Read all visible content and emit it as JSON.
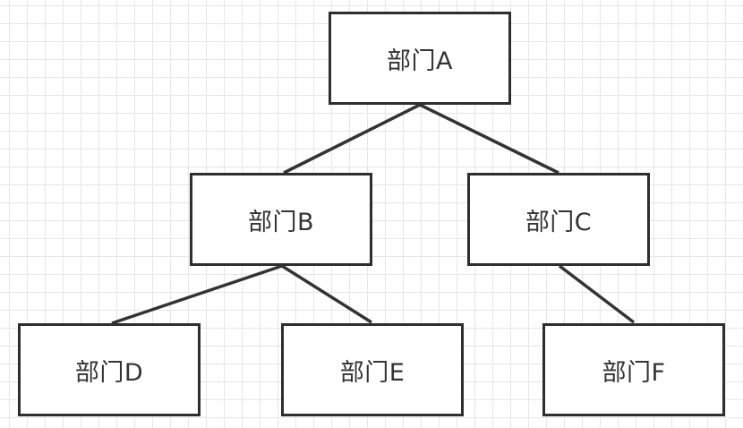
{
  "diagram": {
    "nodes": {
      "a": {
        "label": "部门A"
      },
      "b": {
        "label": "部门B"
      },
      "c": {
        "label": "部门C"
      },
      "d": {
        "label": "部门D"
      },
      "e": {
        "label": "部门E"
      },
      "f": {
        "label": "部门F"
      }
    },
    "edges": [
      {
        "from": "a",
        "to": "b"
      },
      {
        "from": "a",
        "to": "c"
      },
      {
        "from": "b",
        "to": "d"
      },
      {
        "from": "b",
        "to": "e"
      },
      {
        "from": "c",
        "to": "f"
      }
    ]
  }
}
